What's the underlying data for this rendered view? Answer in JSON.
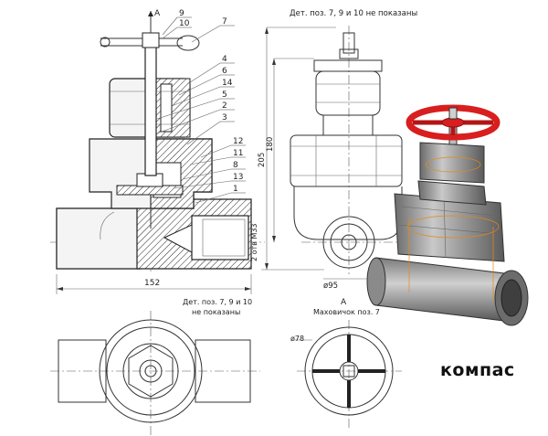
{
  "views": {
    "section_note": "Дет. поз. 7, 9 и 10 не показаны",
    "plan_note_line1": "Дет. поз. 7, 9 и 10",
    "plan_note_line2": "не показаны",
    "view_letter": "А",
    "view_a_letter": "А",
    "handwheel_caption": "Маховичок поз. 7",
    "logo": "компас"
  },
  "positions": [
    "9",
    "10",
    "7",
    "4",
    "6",
    "14",
    "5",
    "2",
    "3",
    "12",
    "11",
    "8",
    "13",
    "1"
  ],
  "dimensions": {
    "width": "152",
    "height_total": "205",
    "height_partial": "180",
    "diameter_body": "ø95",
    "diameter_wheel": "ø78",
    "thread": "2 отв М33"
  },
  "colors": {
    "handwheel": "#d81e1e",
    "body_shade": "#9a9a9a",
    "hatch": "#222222"
  }
}
